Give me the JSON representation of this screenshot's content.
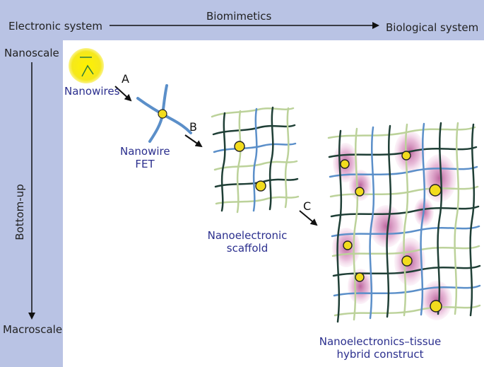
{
  "header": {
    "left": "Electronic system",
    "center": "Biomimetics",
    "right": "Biological system"
  },
  "side": {
    "top": "Nanoscale",
    "axis": "Bottom-up",
    "bottom": "Macroscale"
  },
  "stages": {
    "a": "A",
    "b": "B",
    "c": "C"
  },
  "labels": {
    "nanowires": "Nanowires",
    "fet_line1": "Nanowire",
    "fet_line2": "FET",
    "scaffold_line1": "Nanoelectronic",
    "scaffold_line2": "scaffold",
    "hybrid_line1": "Nanoelectronics–tissue",
    "hybrid_line2": "hybrid construct"
  },
  "colors": {
    "band": "#b9c3e4",
    "label_blue": "#2b2f8e",
    "wire_blue": "#5b8fc9",
    "wire_light": "#bcd29a",
    "wire_dark": "#1f3f36",
    "node": "#f2dc1e",
    "cell": "#d98fc0"
  }
}
